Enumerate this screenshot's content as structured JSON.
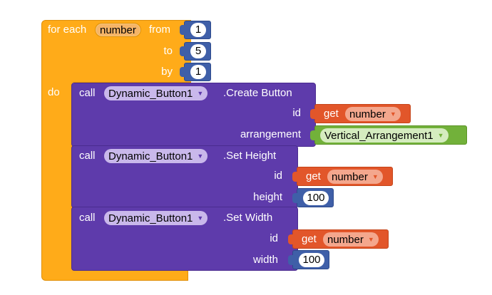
{
  "colors": {
    "loop": "#ffab19",
    "loop_dark": "#e0900a",
    "procedure": "#5e3bab",
    "procedure_dark": "#4a2b8f",
    "math": "#3f5fa8",
    "math_dark": "#2d4a8c",
    "variable": "#e2562a",
    "variable_dark": "#c54418",
    "component": "#72b13a",
    "component_dark": "#5b9326"
  },
  "for_each": {
    "label_for_each": "for each",
    "variable_name": "number",
    "label_from": "from",
    "from_value": "1",
    "label_to": "to",
    "to_value": "5",
    "label_by": "by",
    "by_value": "1",
    "label_do": "do"
  },
  "create_button": {
    "call": "call",
    "component": "Dynamic_Button1",
    "method": ".Create Button",
    "id_label": "id",
    "id_get": "get",
    "id_var": "number",
    "arrangement_label": "arrangement",
    "arrangement_value": "Vertical_Arrangement1"
  },
  "set_height": {
    "call": "call",
    "component": "Dynamic_Button1",
    "method": ".Set Height",
    "id_label": "id",
    "id_get": "get",
    "id_var": "number",
    "height_label": "height",
    "height_value": "100"
  },
  "set_width": {
    "call": "call",
    "component": "Dynamic_Button1",
    "method": ".Set Width",
    "id_label": "id",
    "id_get": "get",
    "id_var": "number",
    "width_label": "width",
    "width_value": "100"
  },
  "icons": {
    "dropdown_caret": "▼"
  }
}
